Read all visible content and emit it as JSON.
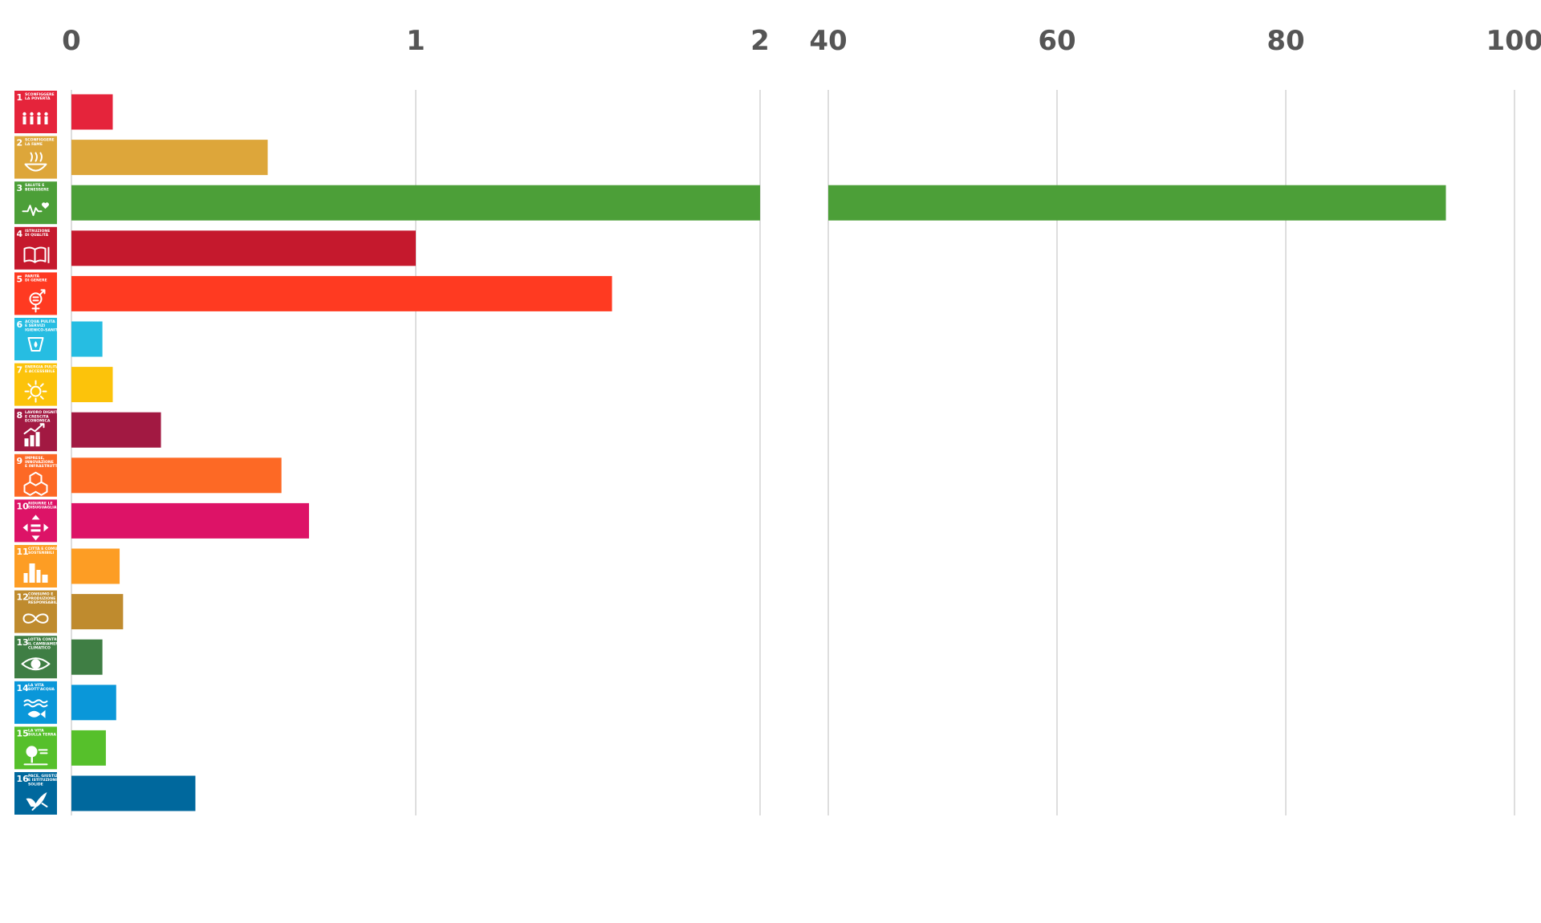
{
  "chart_data": {
    "type": "bar",
    "orientation": "horizontal",
    "broken_axis": true,
    "axis_segments": [
      {
        "range": [
          0,
          2
        ],
        "ticks": [
          0,
          1,
          2
        ],
        "tick_labels": [
          "0",
          "1",
          "2"
        ]
      },
      {
        "range": [
          40,
          100
        ],
        "ticks": [
          40,
          60,
          80,
          100
        ],
        "tick_labels": [
          "40",
          "60",
          "80",
          "100"
        ]
      }
    ],
    "grid": true,
    "legend": "none",
    "title": "",
    "xlabel": "",
    "ylabel": "",
    "categories": [
      {
        "num": "1",
        "label": [
          "SCONFIGGERE",
          "LA POVERTÀ"
        ],
        "icon": "family-icon",
        "color": "#E5243B"
      },
      {
        "num": "2",
        "label": [
          "SCONFIGGERE",
          "LA FAME"
        ],
        "icon": "food-bowl-icon",
        "color": "#DDA63A"
      },
      {
        "num": "3",
        "label": [
          "SALUTE E",
          "BENESSERE"
        ],
        "icon": "heartbeat-icon",
        "color": "#4C9F38"
      },
      {
        "num": "4",
        "label": [
          "ISTRUZIONE",
          "DI QUALITÀ"
        ],
        "icon": "book-icon",
        "color": "#C5192D"
      },
      {
        "num": "5",
        "label": [
          "PARITÀ",
          "DI GENERE"
        ],
        "icon": "gender-icon",
        "color": "#FF3A21"
      },
      {
        "num": "6",
        "label": [
          "ACQUA PULITA",
          "E SERVIZI",
          "IGIENICO-SANITARI"
        ],
        "icon": "water-drop-icon",
        "color": "#26BDE2"
      },
      {
        "num": "7",
        "label": [
          "ENERGIA PULITA",
          "E ACCESSIBILE"
        ],
        "icon": "sun-icon",
        "color": "#FCC30B"
      },
      {
        "num": "8",
        "label": [
          "LAVORO DIGNITOSO",
          "E CRESCITA",
          "ECONOMICA"
        ],
        "icon": "growth-chart-icon",
        "color": "#A21942"
      },
      {
        "num": "9",
        "label": [
          "IMPRESE,",
          "INNOVAZIONE",
          "E INFRASTRUTTURE"
        ],
        "icon": "cubes-icon",
        "color": "#FD6925"
      },
      {
        "num": "10",
        "label": [
          "RIDURRE LE",
          "DISUGUAGLIANZE"
        ],
        "icon": "equality-icon",
        "color": "#DD1367"
      },
      {
        "num": "11",
        "label": [
          "CITTÀ E COMUNITÀ",
          "SOSTENIBILI"
        ],
        "icon": "city-icon",
        "color": "#FD9D24"
      },
      {
        "num": "12",
        "label": [
          "CONSUMO E",
          "PRODUZIONE",
          "RESPONSABILI"
        ],
        "icon": "infinity-icon",
        "color": "#BF8B2E"
      },
      {
        "num": "13",
        "label": [
          "LOTTA CONTRO",
          "IL CAMBIAMENTO",
          "CLIMATICO"
        ],
        "icon": "eye-globe-icon",
        "color": "#3F7E44"
      },
      {
        "num": "14",
        "label": [
          "LA VITA",
          "SOTT'ACQUA"
        ],
        "icon": "fish-icon",
        "color": "#0A97D9"
      },
      {
        "num": "15",
        "label": [
          "LA VITA",
          "SULLA TERRA"
        ],
        "icon": "tree-icon",
        "color": "#56C02B"
      },
      {
        "num": "16",
        "label": [
          "PACE, GIUSTIZIA",
          "E ISTITUZIONI",
          "SOLIDE"
        ],
        "icon": "dove-icon",
        "color": "#00689D"
      }
    ],
    "series": [
      {
        "values": [
          0.12,
          0.57,
          94,
          1.0,
          1.57,
          0.09,
          0.12,
          0.26,
          0.61,
          0.69,
          0.14,
          0.15,
          0.09,
          0.13,
          0.1,
          0.36
        ]
      }
    ]
  }
}
